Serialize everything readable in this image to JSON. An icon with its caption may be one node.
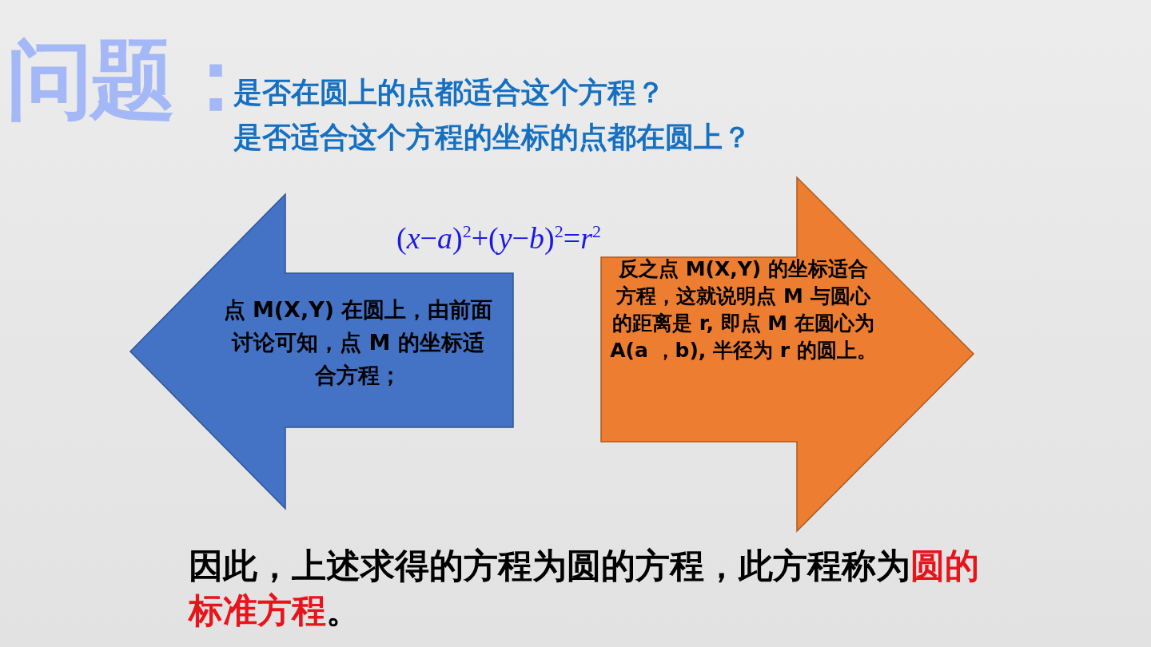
{
  "diagram": {
    "title": "问题：",
    "nodes": [
      {
        "text": [
          "点 M(X,Y) 在圆上，由前面讨论可知，点 M 的坐标适合方程；"
        ]
      },
      {
        "text": [
          "反之点 M(X,Y) 的坐标适合方程，这就说明点 M 与圆心的距离是 r, 即点 M 在圆心为 A(a ，b), 半径为 r 的圆上。"
        ]
      }
    ],
    "edges": [],
    "labels": [
      "是否在圆上的点都适合这个方程？",
      "是否适合这个方程的坐标的点都在圆上？",
      "(*x*−*a*)$^{2}$+(*y*−*b*)$^{2}$=*r*$^{2}$",
      "因此，上述求得的方程为圆的方程，此方程称为",
      "圆的标准方程",
      "。"
    ]
  }
}
